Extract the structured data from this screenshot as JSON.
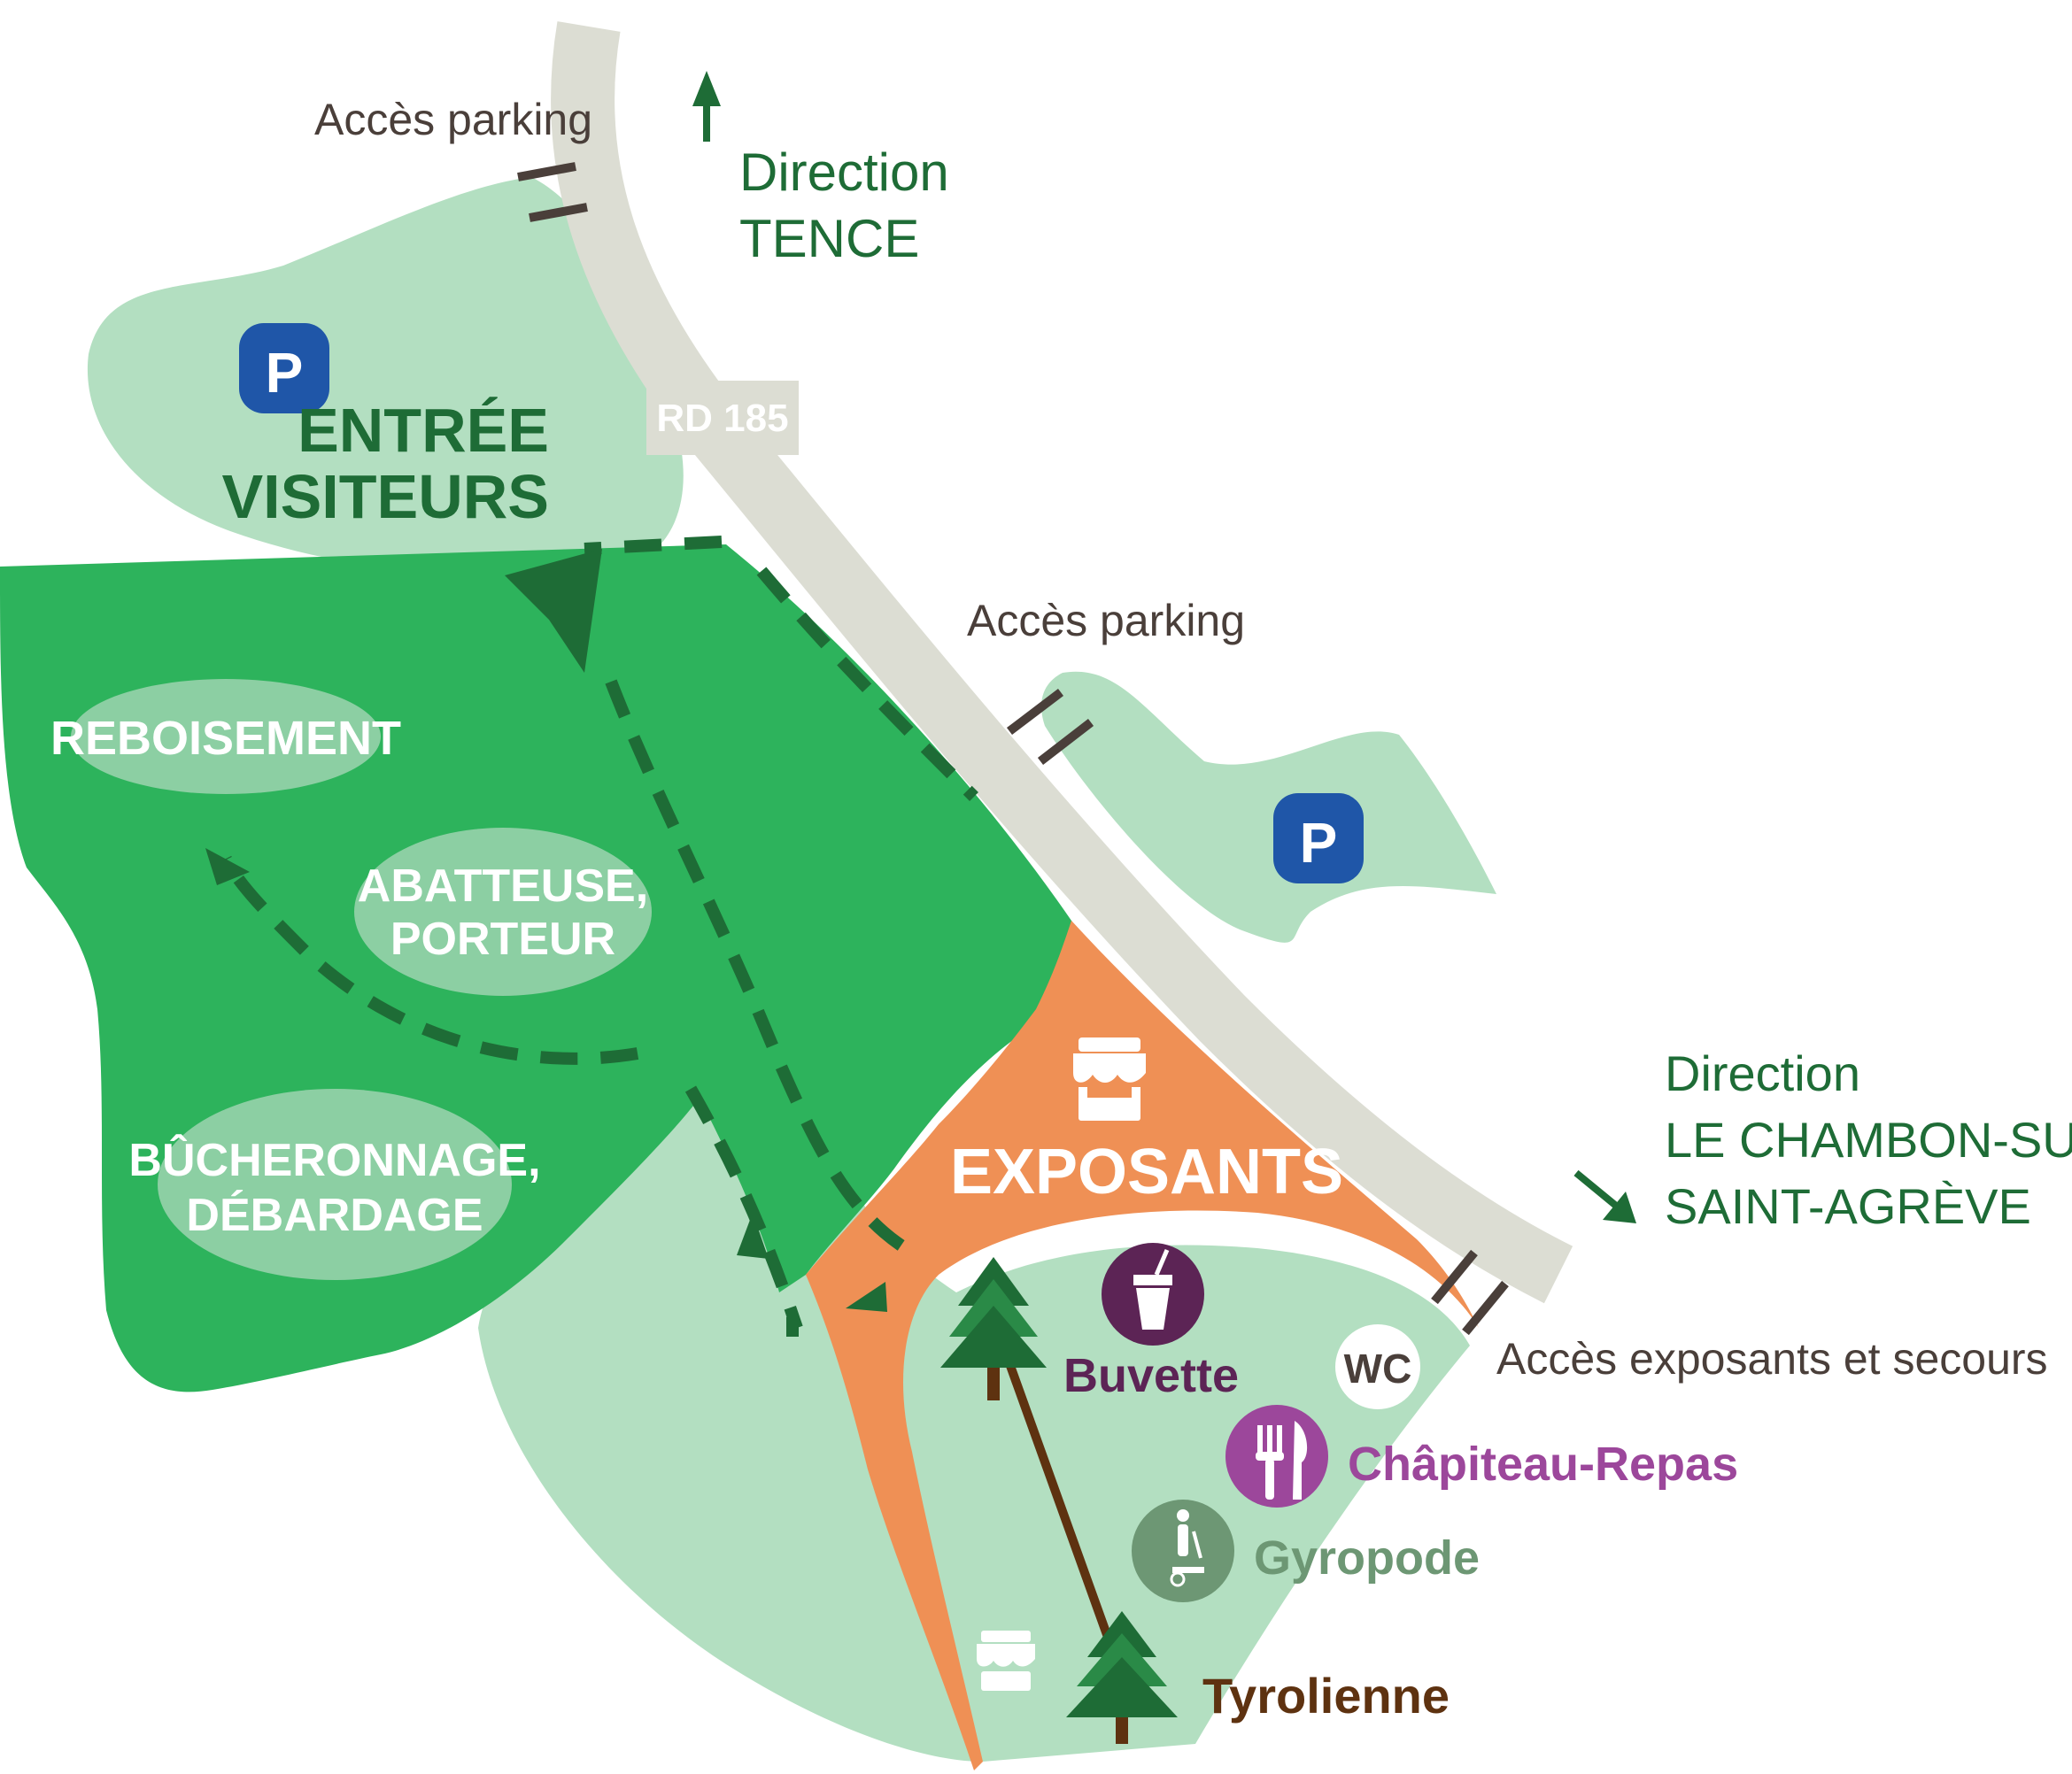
{
  "road": {
    "label": "RD 185"
  },
  "access": {
    "parking_top": "Accès parking",
    "parking_middle": "Accès parking",
    "exposants_secours": "Accès exposants et secours"
  },
  "directions": {
    "north_line1": "Direction",
    "north_line2": "TENCE",
    "southeast_line1": "Direction",
    "southeast_line2": "LE CHAMBON-SUR-LIGNON",
    "southeast_line3": "SAINT-AGRÈVE"
  },
  "parking": {
    "symbol": "P"
  },
  "entrance": {
    "line1": "ENTRÉE",
    "line2": "VISITEURS"
  },
  "zones": {
    "reboisement": "REBOISEMENT",
    "abatteuse_line1": "ABATTEUSE,",
    "abatteuse_line2": "PORTEUR",
    "bucheronnage_line1": "BÛCHERONNAGE,",
    "bucheronnage_line2": "DÉBARDAGE",
    "exposants": "EXPOSANTS"
  },
  "facilities": {
    "buvette": "Buvette",
    "wc": "WC",
    "chapiteau": "Châpiteau-Repas",
    "gyropode": "Gyropode",
    "tyrolienne": "Tyrolienne"
  },
  "colors": {
    "light_green": "#b3dfc1",
    "forest_green": "#2db35c",
    "dark_green": "#1e6c36",
    "orange": "#ef9055",
    "road_grey": "#dcddd3",
    "parking_blue": "#1f56a8",
    "buvette_purple": "#5c2455",
    "chapiteau_purple": "#9c479b",
    "gyropode_green": "#6d9774",
    "tyrolienne_brown": "#5e3210",
    "text_dark": "#4a3f3a"
  }
}
